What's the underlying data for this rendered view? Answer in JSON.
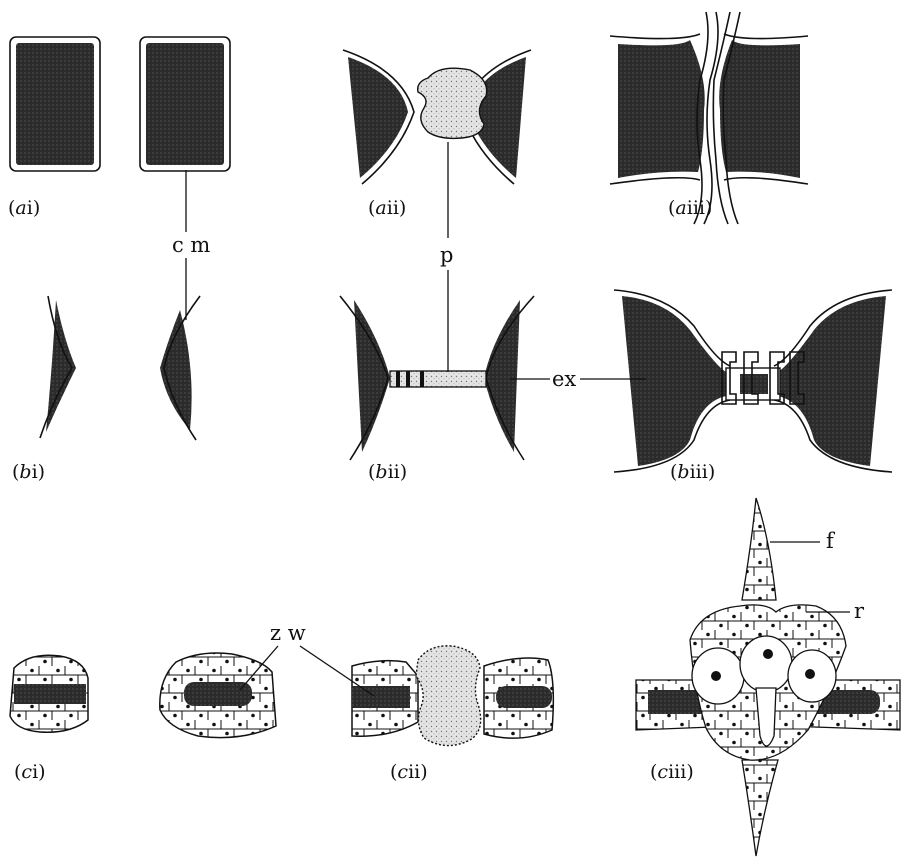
{
  "figure": {
    "panels": {
      "ai": {
        "italic": "a",
        "roman": "i"
      },
      "aii": {
        "italic": "a",
        "roman": "ii"
      },
      "aiii": {
        "italic": "a",
        "roman": "iii"
      },
      "bi": {
        "italic": "b",
        "roman": "i"
      },
      "bii": {
        "italic": "b",
        "roman": "ii"
      },
      "biii": {
        "italic": "b",
        "roman": "iii"
      },
      "ci": {
        "italic": "c",
        "roman": "i"
      },
      "cii": {
        "italic": "c",
        "roman": "ii"
      },
      "ciii": {
        "italic": "c",
        "roman": "iii"
      }
    },
    "abbreviations": {
      "cm": "c m",
      "p": "p",
      "ex": "ex",
      "zw": "z w",
      "f": "f",
      "r": "r"
    },
    "colors": {
      "ink": "#111111",
      "paper": "#ffffff",
      "dark_fill": "#2b2b2b",
      "stipple_fill": "#d6d6d6"
    }
  }
}
